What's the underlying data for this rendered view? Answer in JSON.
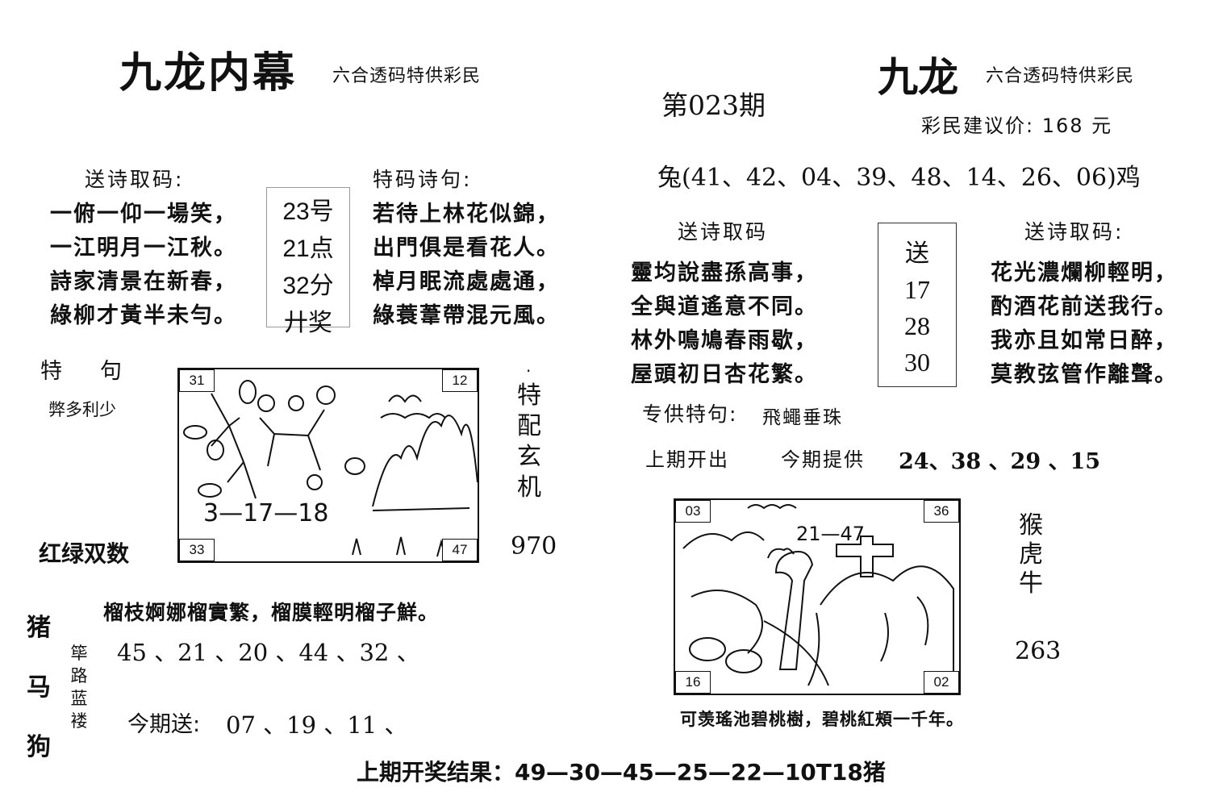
{
  "left": {
    "title": "九龙内幕",
    "subtitle": "六合透码特供彩民",
    "poem_heading": "送诗取码:",
    "poem": [
      "一俯一仰一場笑，",
      "一江明月一江秋。",
      "詩家清景在新春，",
      "綠柳才黃半未勻。"
    ],
    "center_box": [
      "23号",
      "21点",
      "32分",
      "廾奖"
    ],
    "tema_heading": "特码诗句:",
    "tema_poem": [
      "若待上林花似錦，",
      "出門俱是看花人。",
      "棹月眠流處處通，",
      "綠蓑葦帶混元風。"
    ],
    "special_heading": "特　句",
    "special_text": "弊多利少",
    "pic_corners": [
      "31",
      "12",
      "33",
      "47"
    ],
    "pic_text": "3—17—18",
    "vertical_label": [
      "特",
      "配",
      "玄",
      "机"
    ],
    "vertical_dot": "·",
    "red_green": "红绿双数",
    "number_970": "970",
    "zodiac_vertical": [
      "猪",
      "马",
      "狗"
    ],
    "liu_poem": "榴枝婀娜榴實繁，榴膜輕明榴子鮮。",
    "small_vertical": [
      "筚",
      "路",
      "蓝",
      "褛"
    ],
    "numbers_line": "45 、21 、20 、44 、32 、",
    "send_label": "今期送:",
    "send_numbers": "07 、19 、11 、"
  },
  "right": {
    "title": "九龙",
    "subtitle": "六合透码特供彩民",
    "issue": "第023期",
    "price": "彩民建议价: 168 元",
    "rabbit_line": "兔(41、42、04、39、48、14、26、06)鸡",
    "poem_heading_1": "送诗取码",
    "poem_1": [
      "靈均說盡孫高事，",
      "全與道遙意不同。",
      "林外鳴鳩春雨歇，",
      "屋頭初日杏花繁。"
    ],
    "center_box": [
      "送",
      "17",
      "28",
      "30"
    ],
    "poem_heading_2": "送诗取码:",
    "poem_2": [
      "花光濃爛柳輕明，",
      "酌酒花前送我行。",
      "我亦且如常日醉，",
      "莫教弦管作離聲。"
    ],
    "special_label": "专供特句:",
    "special_text": "飛蠅垂珠",
    "last_label": "上期开出",
    "provide_label": "今期提供",
    "provide_numbers": "24、38 、29 、15",
    "pic_corners": [
      "03",
      "36",
      "16",
      "02"
    ],
    "pic_text": "21—47",
    "zodiac_vertical": [
      "猴",
      "虎",
      "牛"
    ],
    "number_263": "263",
    "caption": "可羡瑤池碧桃樹，碧桃紅頰一千年。"
  },
  "footer": "上期开奖结果：49—30—45—25—22—10T18猪"
}
